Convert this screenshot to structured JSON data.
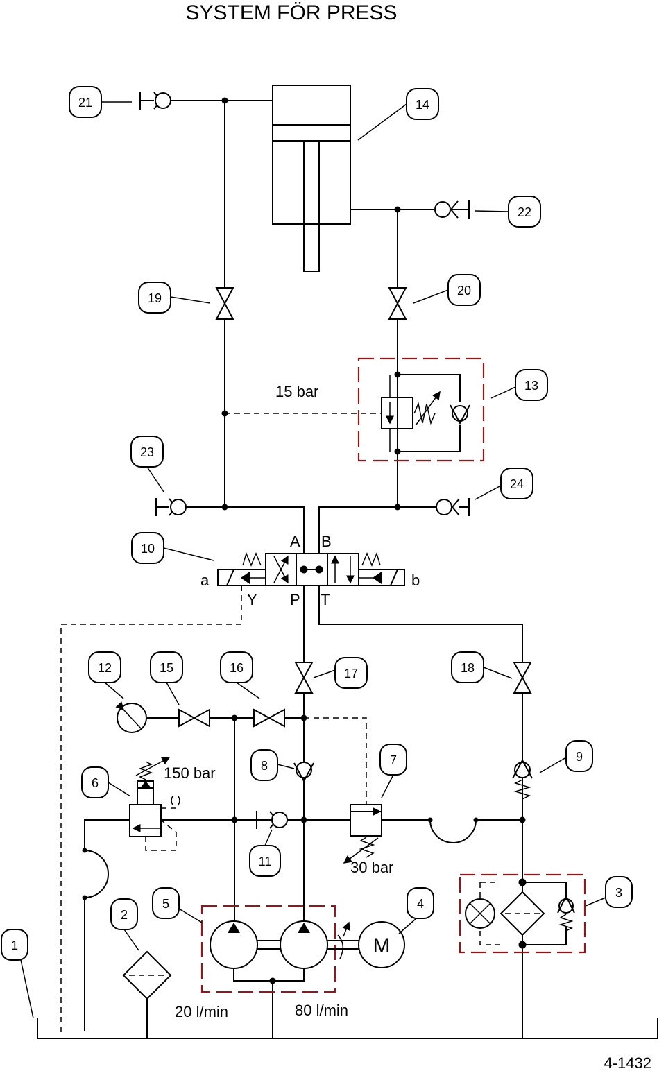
{
  "title": "SYSTEM FÖR PRESS",
  "drawing_number": "4-1432",
  "callouts": [
    "1",
    "2",
    "3",
    "4",
    "5",
    "6",
    "7",
    "8",
    "9",
    "10",
    "11",
    "12",
    "13",
    "14",
    "15",
    "16",
    "17",
    "18",
    "19",
    "20",
    "21",
    "22",
    "23",
    "24"
  ],
  "labels": {
    "p15": "15 bar",
    "p150": "150 bar",
    "p30": "30 bar",
    "flow20": "20 l/min",
    "flow80": "80 l/min",
    "port_a": "a",
    "port_b": "b",
    "port_A": "A",
    "port_B": "B",
    "port_Y": "Y",
    "port_P": "P",
    "port_T": "T",
    "motor": "M"
  },
  "colors": {
    "line": "#000000",
    "assembly_border": "#8b1a1a"
  }
}
